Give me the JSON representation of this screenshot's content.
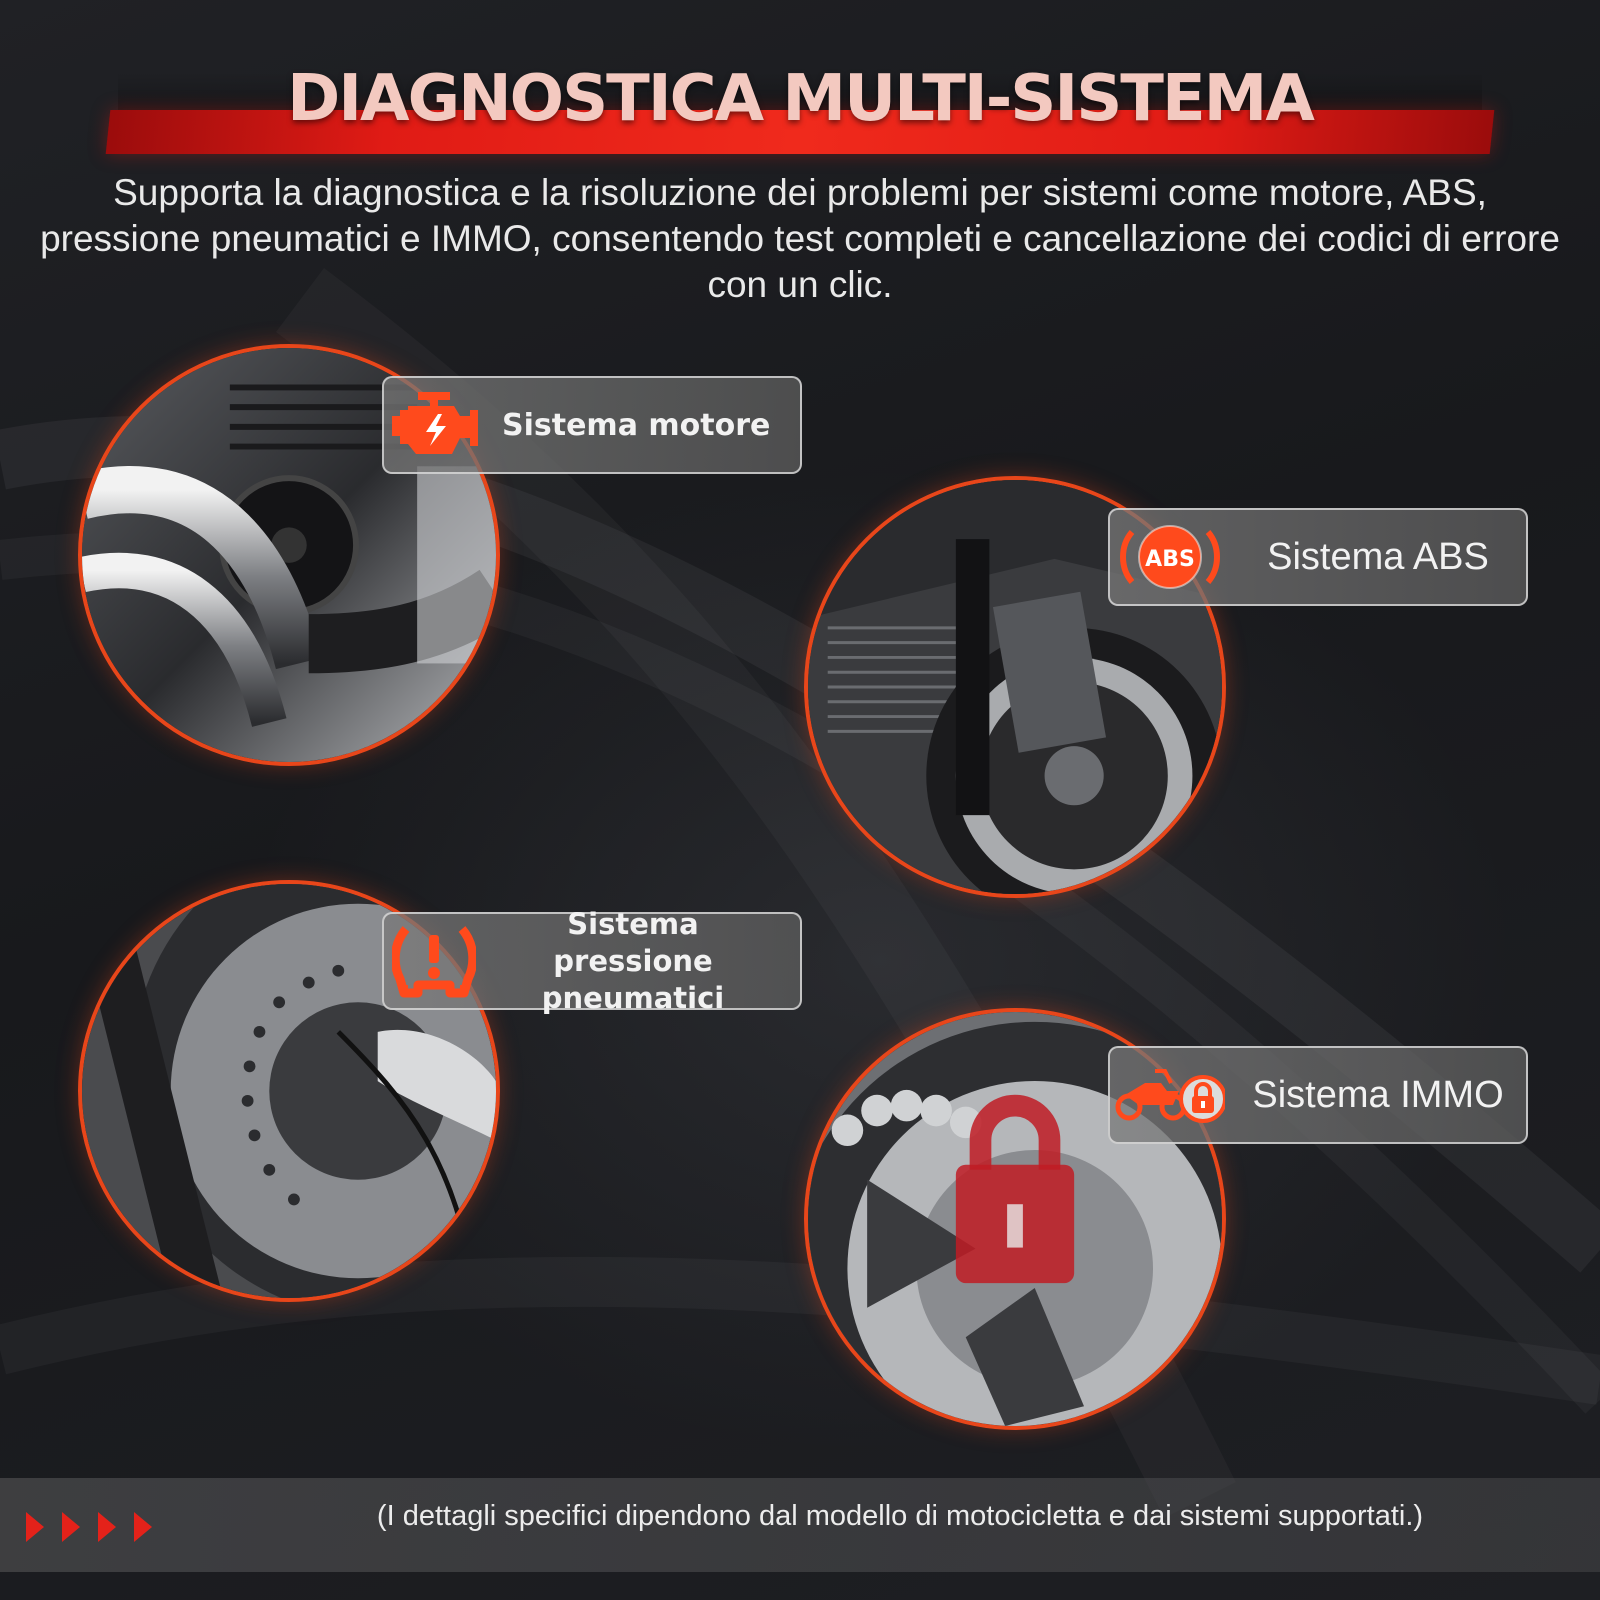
{
  "header": {
    "title": "DIAGNOSTICA MULTI-SISTEMA",
    "description": "Supporta la diagnostica e la risoluzione dei problemi per sistemi come motore, ABS, pressione pneumatici e IMMO, consentendo test completi e cancellazione dei codici di errore con un clic."
  },
  "systems": [
    {
      "label": "Sistema motore",
      "icon": "engine-warning-icon"
    },
    {
      "label": "Sistema ABS",
      "icon": "abs-icon",
      "icon_text": "ABS"
    },
    {
      "label": "Sistema pressione pneumatici",
      "icon": "tire-pressure-icon"
    },
    {
      "label": "Sistema IMMO",
      "icon": "motorcycle-lock-icon"
    }
  ],
  "footer": {
    "note": "(I dettagli specifici dipendono dal modello di motocicletta e dai sistemi supportati.)"
  },
  "colors": {
    "accent": "#e8461a",
    "banner_red": "#e01b15",
    "title_text": "#f3c9c0",
    "background": "#1c1d20"
  }
}
